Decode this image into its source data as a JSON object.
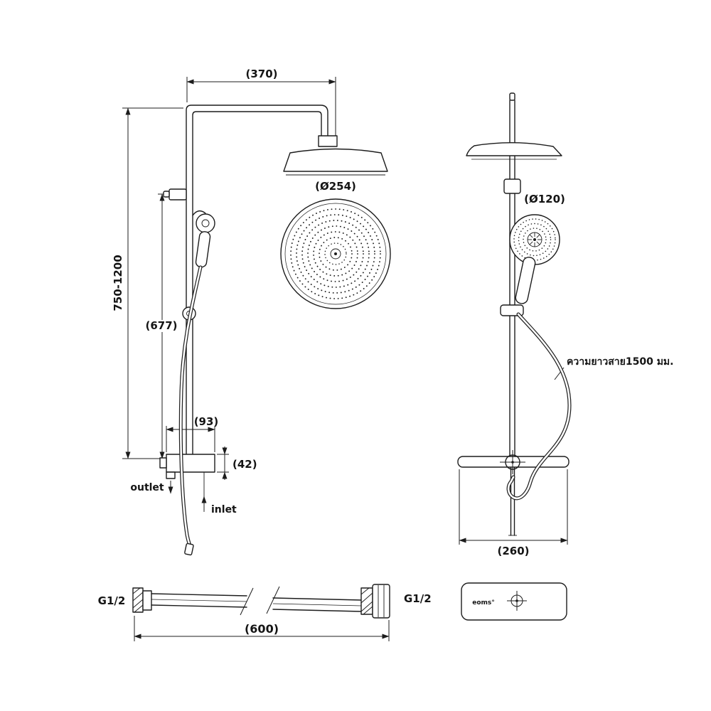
{
  "front_view": {
    "dim_arm_width": "(370)",
    "dim_head_diameter": "(Ø254)",
    "dim_height_range": "750-1200",
    "dim_column_height": "(677)",
    "dim_valve_width": "(93)",
    "dim_valve_depth": "(42)",
    "outlet_label": "outlet",
    "inlet_label": "inlet"
  },
  "side_view": {
    "dim_handshower_diameter": "(Ø120)",
    "hose_length_note": "ความยาวสาย1500 มม.",
    "dim_shelf_width": "(260)"
  },
  "hose_detail": {
    "thread_left": "G1/2",
    "thread_right": "G1/2",
    "dim_hose_length": "(600)"
  },
  "wall_plate": {
    "brand": "eoms°"
  }
}
